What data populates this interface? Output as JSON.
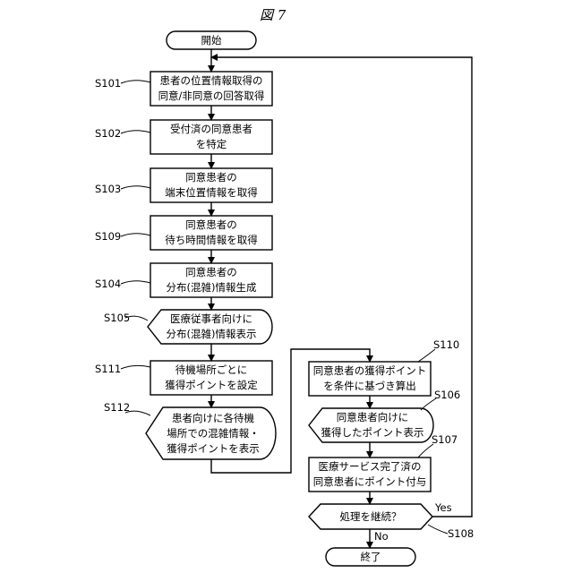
{
  "figure_title": "図 7",
  "start": "開始",
  "end": "終了",
  "steps": {
    "s101": {
      "label": "S101",
      "lines": [
        "患者の位置情報取得の",
        "同意/非同意の回答取得"
      ]
    },
    "s102": {
      "label": "S102",
      "lines": [
        "受付済の同意患者",
        "を特定"
      ]
    },
    "s103": {
      "label": "S103",
      "lines": [
        "同意患者の",
        "端末位置情報を取得"
      ]
    },
    "s109": {
      "label": "S109",
      "lines": [
        "同意患者の",
        "待ち時間情報を取得"
      ]
    },
    "s104": {
      "label": "S104",
      "lines": [
        "同意患者の",
        "分布(混雑)情報生成"
      ]
    },
    "s105": {
      "label": "S105",
      "lines": [
        "医療従事者向けに",
        "分布(混雑)情報表示"
      ]
    },
    "s111": {
      "label": "S111",
      "lines": [
        "待機場所ごとに",
        "獲得ポイントを設定"
      ]
    },
    "s112": {
      "label": "S112",
      "lines": [
        "患者向けに各待機",
        "場所での混雑情報・",
        "獲得ポイントを表示"
      ]
    },
    "s110": {
      "label": "S110",
      "lines": [
        "同意患者の獲得ポイント",
        "を条件に基づき算出"
      ]
    },
    "s106": {
      "label": "S106",
      "lines": [
        "同意患者向けに",
        "獲得したポイント表示"
      ]
    },
    "s107": {
      "label": "S107",
      "lines": [
        "医療サービス完了済の",
        "同意患者にポイント付与"
      ]
    },
    "s108": {
      "label": "S108",
      "lines": [
        "処理を継続？"
      ]
    }
  },
  "branch": {
    "yes": "Yes",
    "no": "No"
  }
}
